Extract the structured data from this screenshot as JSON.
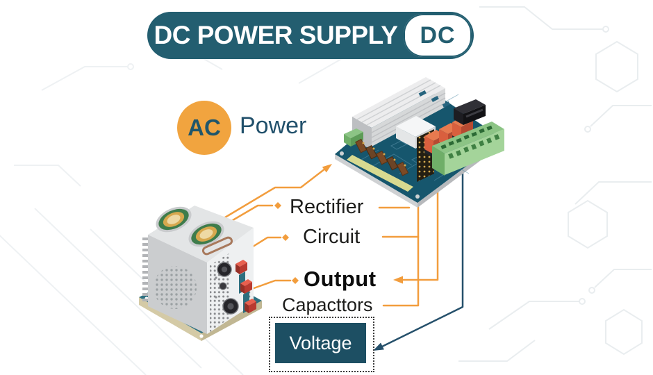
{
  "header": {
    "title": "DC POWER SUPPLY",
    "badge": "DC"
  },
  "source": {
    "circle_label": "AC",
    "text": "Power"
  },
  "stages": {
    "rectifier": "Rectifier",
    "circuit": "Circuit",
    "output": "Output",
    "capacitors": "Capacttors"
  },
  "result": {
    "voltage": "Voltage"
  },
  "icons": {
    "psu": "power-supply-unit-illustration",
    "pcb": "circuit-board-illustration",
    "arrows": "connector-lines"
  },
  "colors": {
    "teal_banner": "#235e70",
    "ac_circle_orange": "#f1a43f",
    "connector_orange": "#f29d3d",
    "navy_arrow": "#25506b",
    "label_text": "#1d1d1b",
    "voltage_bg": "#1d4f63",
    "pcb_board_teal": "#16566d",
    "psu_base_teal": "#2e7080"
  }
}
